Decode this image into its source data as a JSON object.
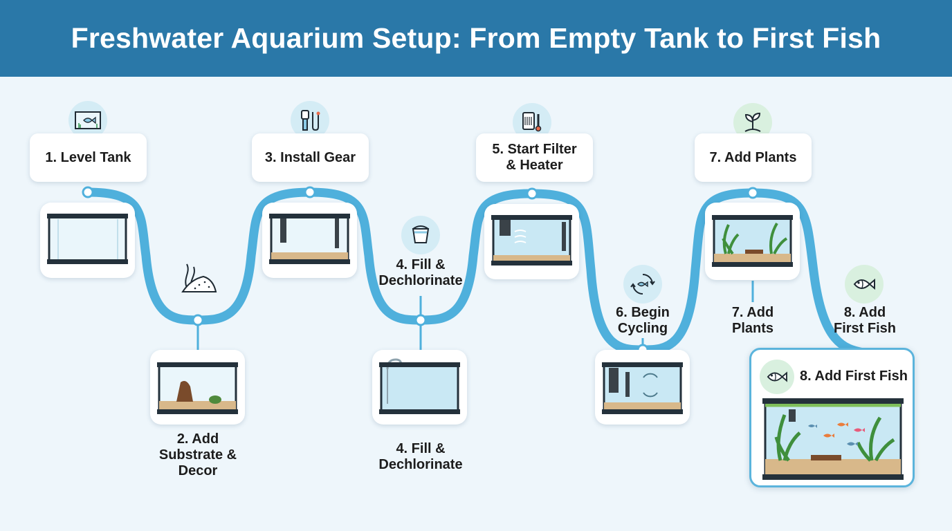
{
  "title": "Freshwater Aquarium Setup: From Empty Tank to First Fish",
  "steps": {
    "s1": {
      "label": "1. Level Tank",
      "icon": "tank-outline-icon"
    },
    "s2": {
      "label_line1": "2. Add",
      "label_line2": "Substrate &",
      "label_line3": "Decor",
      "icon": "substrate-plant-icon"
    },
    "s3": {
      "label": "3. Install Gear",
      "icon": "filter-heater-icon"
    },
    "s4": {
      "label_line1": "4. Fill &",
      "label_line2": "Dechlorinate",
      "icon": "bucket-icon"
    },
    "s5": {
      "label_line1": "5. Start Filter",
      "label_line2": "& Heater",
      "icon": "filter-thermometer-icon"
    },
    "s6": {
      "label_line1": "6. Begin",
      "label_line2": "Cycling",
      "icon": "cycle-fish-icon"
    },
    "s7": {
      "label": "7. Add Plants",
      "label_line1": "7. Add",
      "label_line2": "Plants",
      "icon": "sprout-icon"
    },
    "s8": {
      "label": "8. Add First Fish",
      "label_line1": "8. Add",
      "label_line2": "First Fish",
      "icon": "fish-icon"
    }
  },
  "colors": {
    "header": "#2a78a8",
    "path": "#4fb0dc",
    "background": "#eef6fb",
    "final_border": "#5bb4dc"
  }
}
